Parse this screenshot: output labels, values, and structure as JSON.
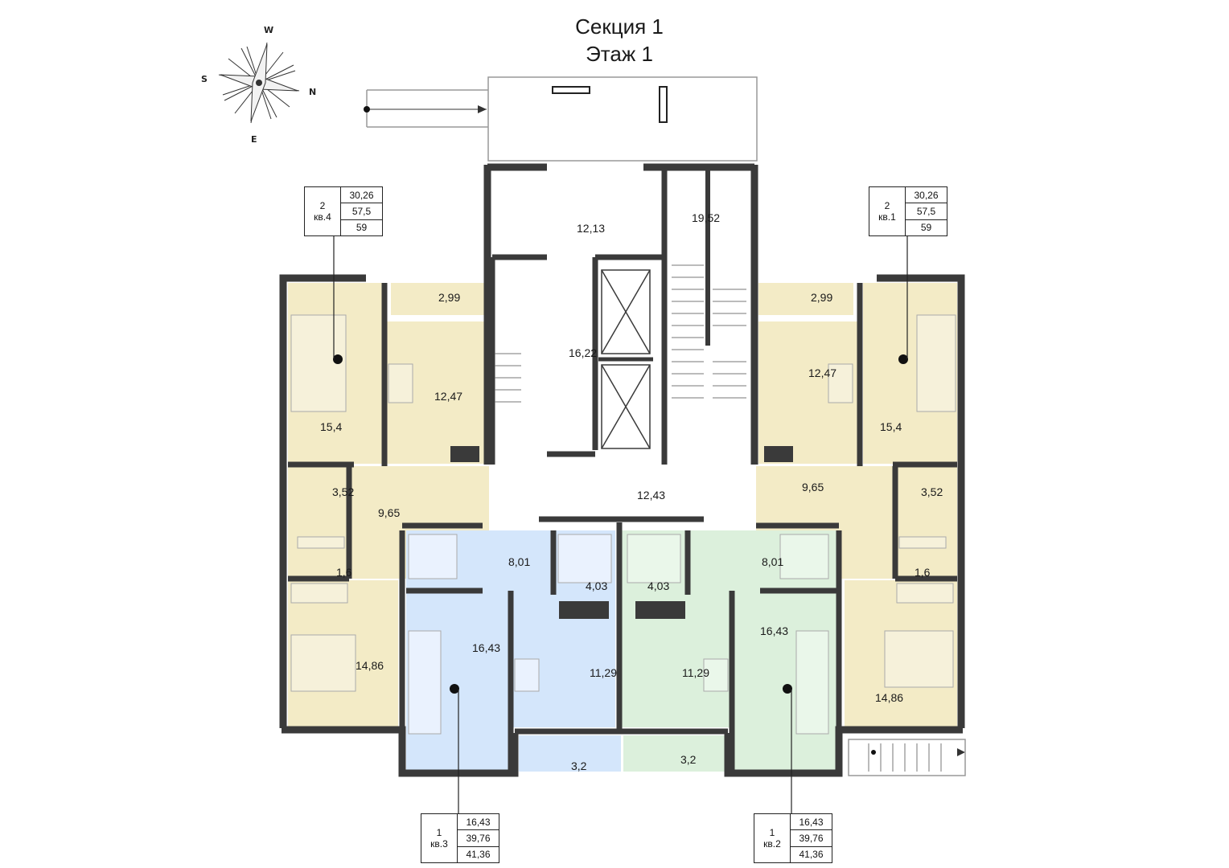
{
  "title": {
    "section": "Секция 1",
    "floor": "Этаж 1"
  },
  "compass": {
    "n": "N",
    "s": "S",
    "e": "E",
    "w": "W"
  },
  "rooms": {
    "lobby_top": "12,13",
    "stair": "19,52",
    "elevator_hall": "16,22",
    "corridor": "12,43",
    "a4_living": "15,4",
    "a4_kitchen": "12,47",
    "a4_loggia": "2,99",
    "a4_bath": "3,52",
    "a4_hall": "9,65",
    "a4_wc": "1,6",
    "a4_bedroom": "14,86",
    "a1_living": "15,4",
    "a1_kitchen": "12,47",
    "a1_loggia": "2,99",
    "a1_bath": "3,52",
    "a1_hall": "9,65",
    "a1_wc": "1,6",
    "a1_bedroom": "14,86",
    "a3_hall": "8,01",
    "a3_bath": "4,03",
    "a3_living": "16,43",
    "a3_kitchen": "11,29",
    "a3_loggia": "3,2",
    "a2_hall": "8,01",
    "a2_bath": "4,03",
    "a2_living": "16,43",
    "a2_kitchen": "11,29",
    "a2_loggia": "3,2"
  },
  "apartments": {
    "a4": {
      "rooms": "2",
      "label": "кв.4",
      "living": "30,26",
      "total": "57,5",
      "full": "59"
    },
    "a1": {
      "rooms": "2",
      "label": "кв.1",
      "living": "30,26",
      "total": "57,5",
      "full": "59"
    },
    "a3": {
      "rooms": "1",
      "label": "кв.3",
      "living": "16,43",
      "total": "39,76",
      "full": "41,36"
    },
    "a2": {
      "rooms": "1",
      "label": "кв.2",
      "living": "16,43",
      "total": "39,76",
      "full": "41,36"
    }
  },
  "colors": {
    "wall": "#3a3a3a",
    "beige": "#f3ebc6",
    "blue": "#d4e6fb",
    "green": "#dcf0dc",
    "line": "#9a9a9a"
  }
}
